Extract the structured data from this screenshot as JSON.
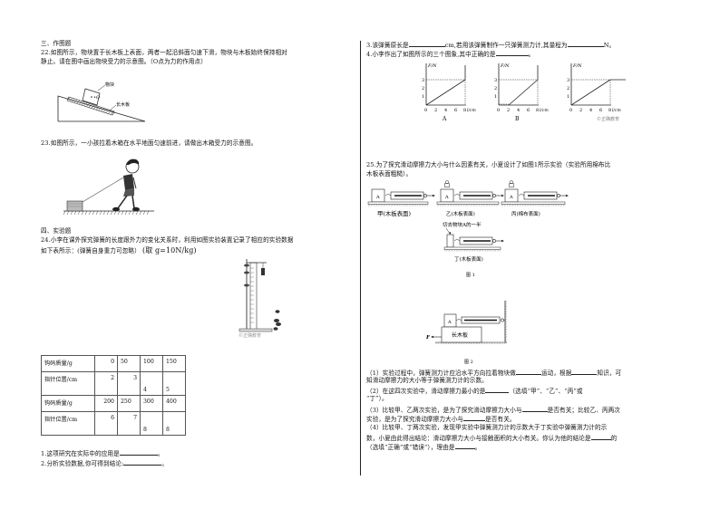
{
  "left_column": {
    "section3": {
      "heading": "三、作图题",
      "q22": {
        "text_line1": "22.如图所示，物块置于长木板上表面，两者一起沿斜面匀速下滑，物块与木板始终保持相对",
        "text_line2": "静止。请在图中画出物块受力的示意图。（O点为力的作用点）",
        "figure_labels": {
          "block": "物块",
          "board": "长木板",
          "point": "•O"
        }
      },
      "q23": {
        "text": "23.如图所示，一小孩拉着木箱在水平地面匀速前进，请做出木箱受力的示意图。"
      }
    },
    "section4": {
      "heading": "四、实验题",
      "q24": {
        "text_line1": "24.小李在课外探究弹簧的长度跟外力的变化关系时，利用如图实验装置记录了相应的实验数据",
        "text_line2": "如下表所示：(弹簧自身重力可忽略）",
        "g_note": "(取 g=10N/kg)",
        "figure_watermark": "©正确教育",
        "table": {
          "rows": [
            {
              "label": "钩码质量/g",
              "values": [
                "0",
                "50",
                "100",
                "150"
              ]
            },
            {
              "label": "指针位置/cm",
              "values": [
                "2",
                "3",
                "4",
                "5"
              ]
            },
            {
              "label": "钩码质量/g",
              "values": [
                "200",
                "250",
                "300",
                "400"
              ]
            },
            {
              "label": "指针位置/cm",
              "values": [
                "6",
                "7",
                "8",
                "8"
              ]
            }
          ]
        },
        "sub1": "1.这项研究在实际中的应用是",
        "sub2": "2.分析实验数据,你可得到结论:",
        "period": "。"
      }
    }
  },
  "right_column": {
    "q24_cont": {
      "sub3_a": "3.该弹簧原长是",
      "sub3_b": "cm,若用该弹簧制作一只弹簧测力计,其量程为",
      "sub3_c": "N。",
      "sub4": "4.小李作出了如图所示的三个图象,其中正确的是",
      "period": "。",
      "graphs": [
        {
          "label": "A",
          "y_axis": "F/N",
          "x_axis": "l/cm",
          "y_ticks": [
            "1",
            "2",
            "3"
          ],
          "x_ticks": [
            "0",
            "2",
            "4",
            "6",
            "8"
          ]
        },
        {
          "label": "B",
          "y_axis": "F/N",
          "x_axis": "l/cm",
          "y_ticks": [
            "1",
            "2",
            "3"
          ],
          "x_ticks": [
            "0",
            "2",
            "4",
            "6",
            "8"
          ]
        },
        {
          "label": "©正确教育",
          "y_axis": "F/N",
          "x_axis": "l/cm",
          "y_ticks": [
            "1",
            "2",
            "3"
          ],
          "x_ticks": [
            "0",
            "2",
            "4",
            "6",
            "8"
          ]
        }
      ]
    },
    "q25": {
      "text_line1": "25.为了探究滑动摩擦力大小与什么因素有关，小夏设计了如图1所示实验（实验所用棉布比",
      "text_line2": "木板表面粗糙）。",
      "fig1": {
        "block_label": "A",
        "captions": [
          "甲(木板表面)",
          "乙(木板表面)",
          "丙(棉布表面)",
          "丁(木板表面)"
        ],
        "cut_note": "切去物块A的一半",
        "title": "图 1"
      },
      "fig2": {
        "block_label": "A",
        "board_label": "长木板",
        "force_label": "F",
        "title": "图 2"
      },
      "p1_a": "（1）实验过程中，弹簧测力计应沿水平方向拉着物块做",
      "p1_b": "运动，根据",
      "p1_c": "知识，可",
      "p1_d": "知滑动摩擦力的大小等于弹簧测力计的示数。",
      "p2_a": "（2）在这四次实验中，滑动摩擦力最小的是",
      "p2_b": "（选填“甲”、“乙”、“丙”或",
      "p2_c": "“丁”）。",
      "p3_a": "（3）比较甲、乙两次实验，是为了探究滑动摩擦力大小与",
      "p3_b": "是否有关；比较乙、丙两次",
      "p3_c": "实验，是为了探究滑动摩擦力大小与",
      "p3_d": "是否有关。",
      "p4_a": "（4）比较甲、丁两次实验，发现甲实验中弹簧测力计的示数大于丁实验中弹簧测力计的示",
      "p4_b": "数，小夏由此得出结论：滑动摩擦力大小与接触面积的大小有关。你认为他的结论是",
      "p4_c": "的",
      "p4_d": "（选填“正确”或“错误”），理由是",
      "p4_e": "。"
    }
  }
}
